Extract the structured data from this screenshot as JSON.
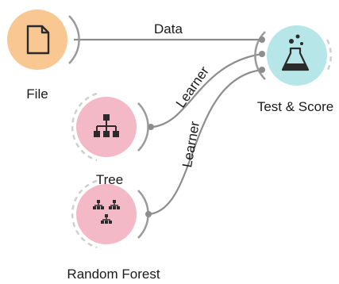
{
  "nodes": {
    "file": {
      "label": "File",
      "icon": "file-icon",
      "color": "#f7c690"
    },
    "tree": {
      "label": "Tree",
      "icon": "tree-icon",
      "color": "#f3b9c6"
    },
    "random_forest": {
      "label": "Random Forest",
      "icon": "random-forest-icon",
      "color": "#f3b9c6"
    },
    "test_score": {
      "label": "Test & Score",
      "icon": "flask-icon",
      "color": "#b5e5e6"
    }
  },
  "links": {
    "data": {
      "label": "Data"
    },
    "tree_learner": {
      "label": "Learner"
    },
    "forest_learner": {
      "label": "Learner"
    }
  },
  "colors": {
    "link": "#8a8a8a",
    "anchor": "#9a9a9a",
    "dashed_ring": "#cfcfcf",
    "icon": "#2b2b2b"
  }
}
